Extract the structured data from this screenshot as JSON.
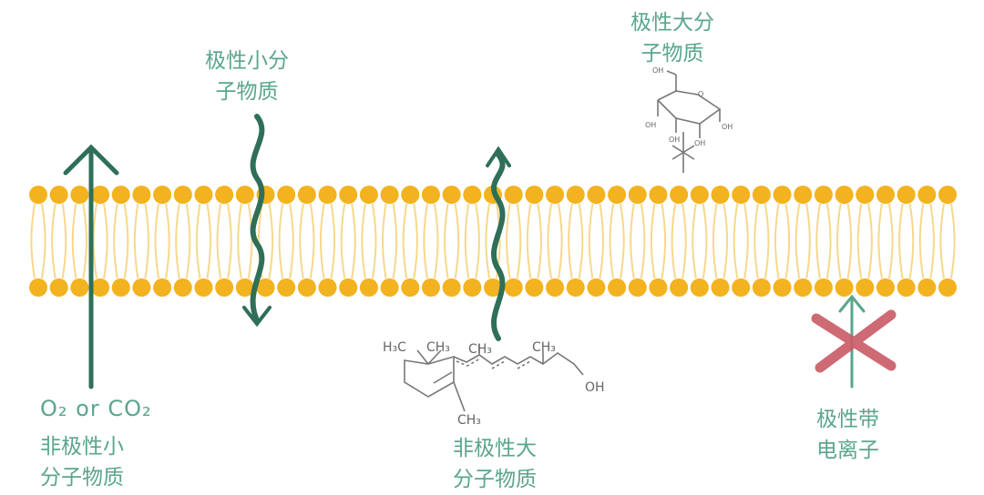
{
  "colors": {
    "membrane_head": "#f3b21f",
    "membrane_tail": "#f7d88a",
    "arrow_green": "#2f6f58",
    "label_green": "#5aa68a",
    "blocked_red": "#c95a66",
    "structure_gray": "#777777"
  },
  "labels": {
    "polar_small": [
      "极性小分",
      "子物质"
    ],
    "polar_large": [
      "极性大分",
      "子物质"
    ],
    "gas": "O₂ or CO₂",
    "nonpolar_small": [
      "非极性小",
      "分子物质"
    ],
    "nonpolar_large": [
      "非极性大",
      "分子物质"
    ],
    "charged_ion": [
      "极性带",
      "电离子"
    ]
  },
  "glucose": {
    "oh_labels": [
      "OH",
      "OH",
      "OH",
      "OH",
      "OH"
    ],
    "ring_o": "O"
  },
  "retinol": {
    "groups": [
      "H₃C",
      "CH₃",
      "CH₃",
      "CH₃",
      "CH₃",
      "OH"
    ]
  },
  "icons": [
    "up-arrow-icon",
    "wavy-arrow-icon",
    "blocked-arrow-icon",
    "red-x-icon"
  ]
}
